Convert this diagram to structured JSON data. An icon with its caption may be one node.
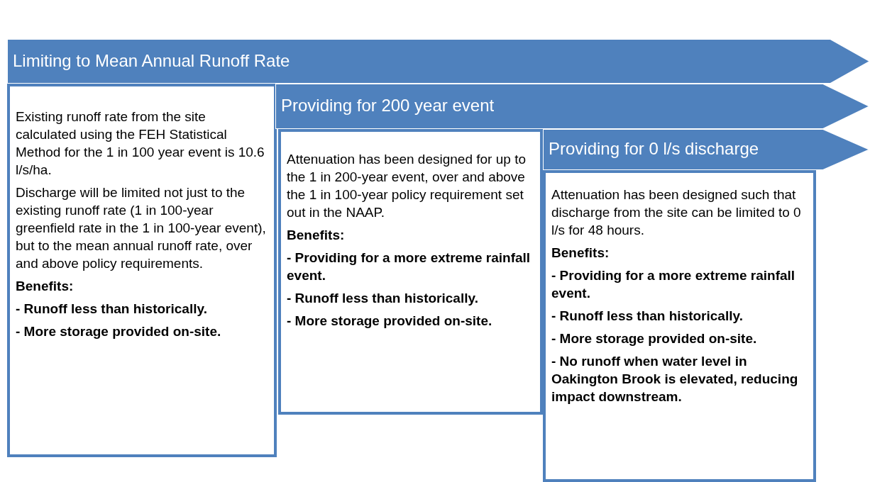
{
  "diagram": {
    "nodes": [
      {
        "text": [
          "Limiting to Mean Annual Runoff Rate"
        ]
      },
      {
        "text": [
          "Existing runoff rate from the site calculated using the FEH Statistical Method for the 1 in 100 year event is 10.6 l/s/ha.",
          "Discharge will be limited not just to the existing runoff rate (1 in 100-year greenfield rate in the 1 in 100-year event), but to the mean annual runoff rate, over and above policy requirements.",
          "**Benefits:**",
          "**- Runoff less than historically.**",
          "**- More storage provided on-site.**"
        ]
      },
      {
        "text": [
          "Providing for 200 year event"
        ]
      },
      {
        "text": [
          "Attenuation has been designed for up to the 1 in 200-year event, over and above the 1 in 100-year policy requirement set out in the NAAP.",
          "**Benefits:**",
          "**- Providing for a more extreme rainfall event.**",
          "**- Runoff less than historically.**",
          "**- More storage provided on-site.**"
        ]
      },
      {
        "text": [
          "Providing for 0 l/s discharge"
        ]
      },
      {
        "text": [
          "Attenuation has been designed such that discharge from the site can be limited to 0 l/s for 48 hours.",
          "**Benefits:**",
          "**- Providing for a more extreme rainfall event.**",
          "**- Runoff less than historically.**",
          "**- More storage provided on-site.**",
          "**- No runoff when water level in Oakington Brook is elevated, reducing impact downstream.**"
        ]
      }
    ],
    "edges": []
  }
}
